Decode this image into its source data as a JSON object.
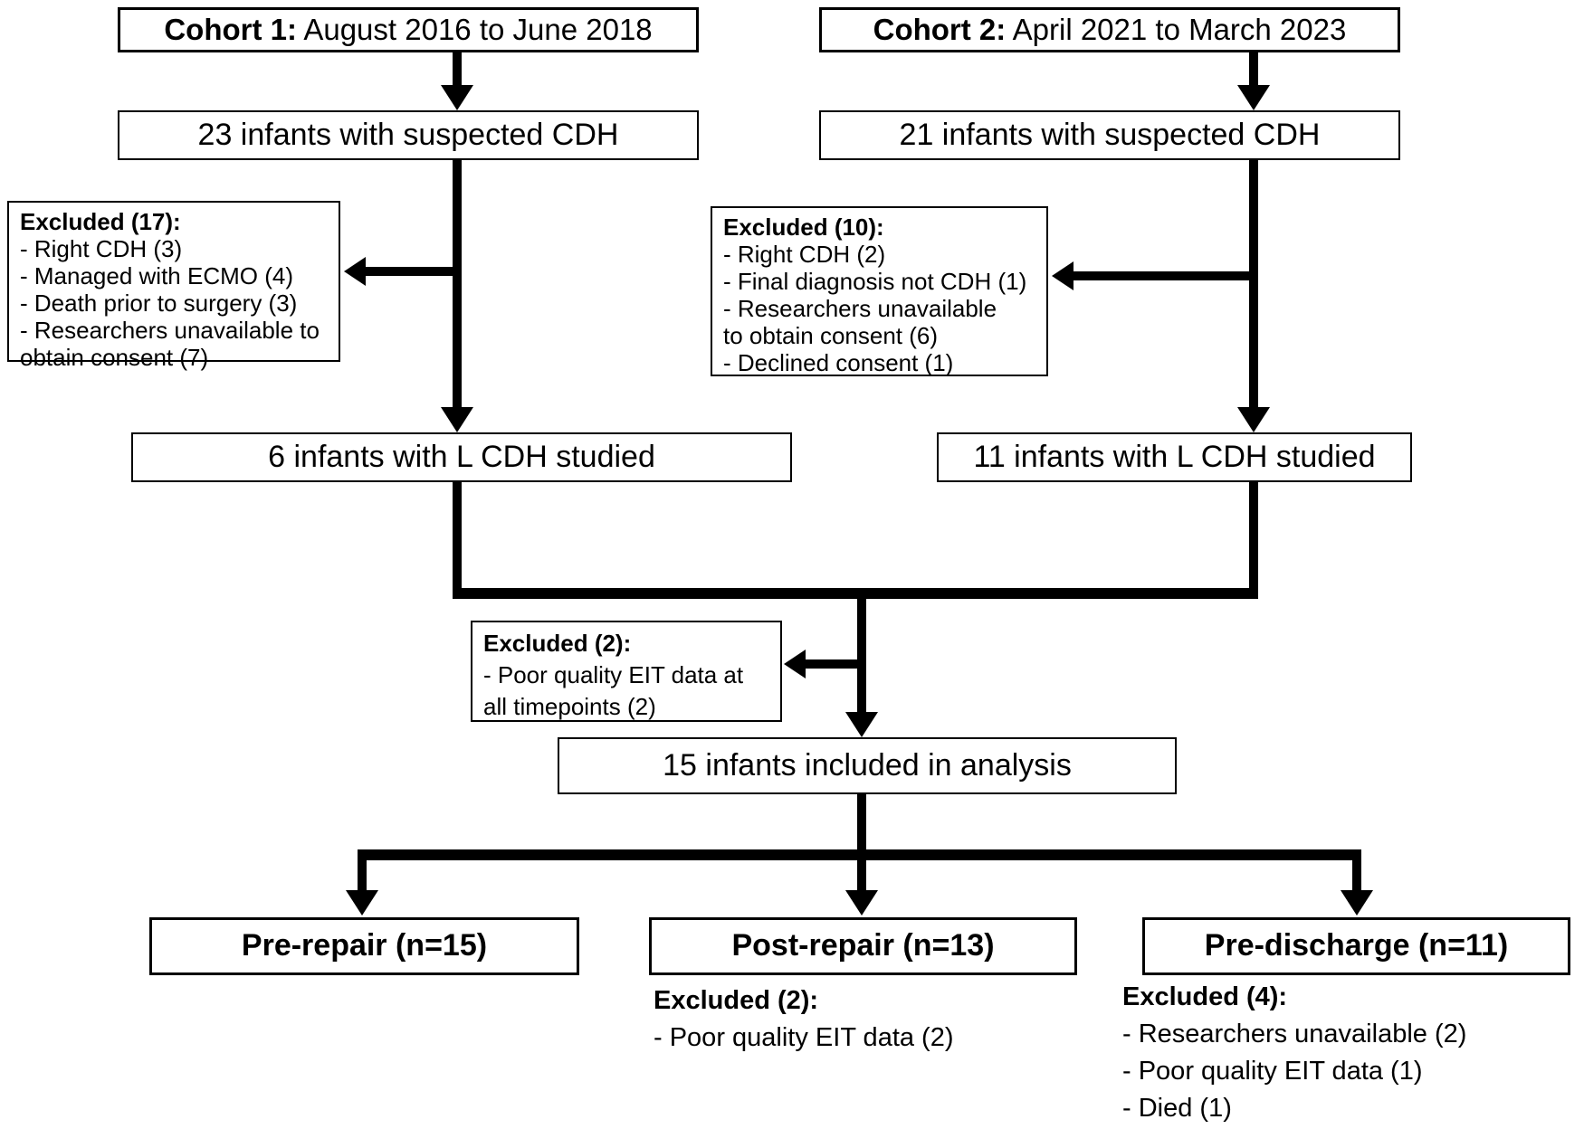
{
  "canvas": {
    "background": "#ffffff",
    "line_color": "#000000",
    "box_fill": "#ffffff"
  },
  "boxes": {
    "cohort1": {
      "prefix": "Cohort 1:",
      "rest": " August 2016 to June 2018"
    },
    "cohort2": {
      "prefix": "Cohort 2:",
      "rest": " April 2021 to March 2023"
    },
    "suspected1": {
      "label": "23 infants with suspected CDH"
    },
    "suspected2": {
      "label": "21 infants with suspected CDH"
    },
    "excluded17": {
      "title": "Excluded (17):",
      "items": [
        "- Right CDH (3)",
        "- Managed with ECMO (4)",
        "- Death prior to surgery (3)",
        "- Researchers unavailable to",
        "obtain consent (7)"
      ]
    },
    "excluded10": {
      "title": "Excluded (10):",
      "items": [
        "- Right CDH (2)",
        "- Final diagnosis not CDH (1)",
        "- Researchers unavailable",
        "to obtain consent (6)",
        "- Declined consent (1)"
      ]
    },
    "studied1": {
      "label": "6 infants with L CDH studied"
    },
    "studied2": {
      "label": "11 infants with L CDH studied"
    },
    "excluded2mid": {
      "title": "Excluded (2):",
      "items": [
        "- Poor quality EIT data at",
        "all timepoints (2)"
      ]
    },
    "analysis": {
      "label": "15 infants included in analysis"
    },
    "prerepair": {
      "label": "Pre-repair (n=15)"
    },
    "postrepair": {
      "label": "Post-repair (n=13)"
    },
    "predischarge": {
      "label": "Pre-discharge (n=11)"
    },
    "excluded2post": {
      "title": "Excluded (2):",
      "items": [
        "- Poor quality EIT data (2)"
      ]
    },
    "excluded4": {
      "title": "Excluded (4):",
      "items": [
        "- Researchers unavailable (2)",
        "- Poor quality EIT data (1)",
        "- Died (1)"
      ]
    }
  }
}
